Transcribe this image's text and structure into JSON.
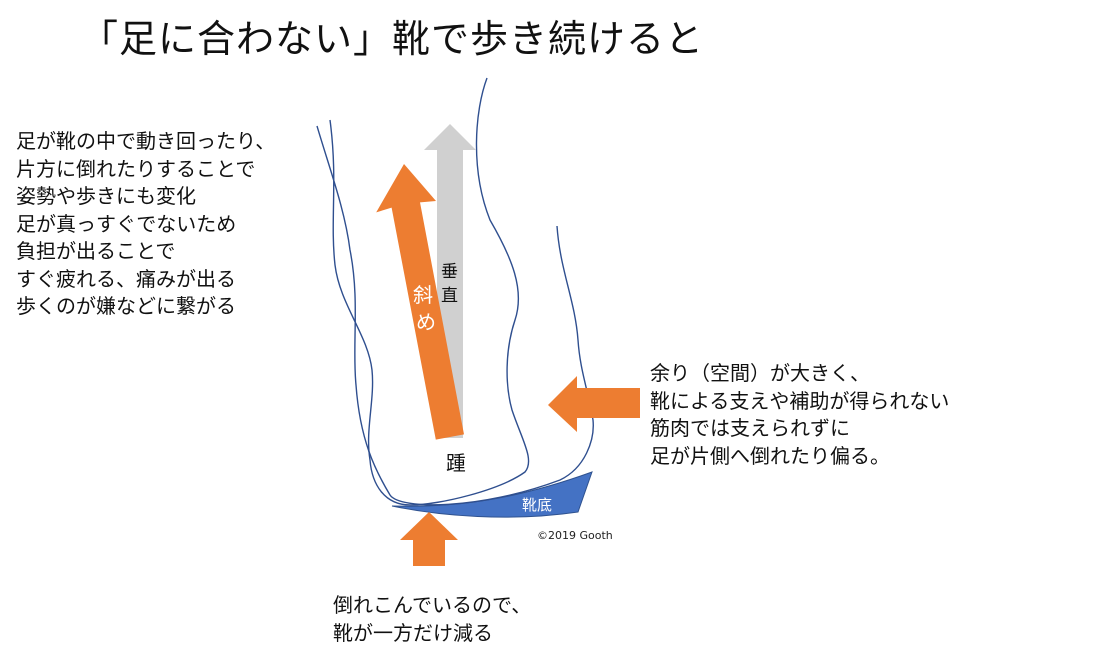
{
  "title": "「足に合わない」靴で歩き続けると",
  "left_text": [
    "足が靴の中で動き回ったり、",
    "片方に倒れたりすることで",
    "姿勢や歩きにも変化",
    "足が真っすぐでないため",
    "負担が出ることで",
    "すぐ疲れる、痛みが出る",
    "歩くのが嫌などに繋がる"
  ],
  "right_text": [
    "余り（空間）が大きく、",
    "靴による支えや補助が得られない",
    "筋肉では支えられずに",
    "足が片側へ倒れたり偏る。"
  ],
  "bottom_text": [
    "倒れこんでいるので、",
    "靴が一方だけ減る"
  ],
  "labels": {
    "vertical": [
      "垂",
      "直"
    ],
    "diagonal": [
      "斜",
      "め"
    ],
    "heel": "踵",
    "sole": "靴底",
    "copyright": "©2019 Gooth"
  },
  "colors": {
    "orange_arrow": "#ED7D31",
    "gray_arrow": "#D0D0D0",
    "sole": "#4472C4",
    "outline": "#2F4F8F"
  }
}
